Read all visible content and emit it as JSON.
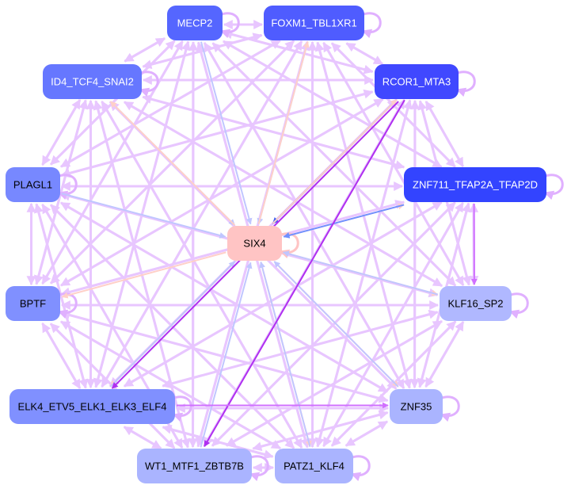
{
  "graph": {
    "nodes": [
      {
        "id": "MECP2",
        "label": "MECP2",
        "color": "#5566ff",
        "text_color": "#ffffff"
      },
      {
        "id": "FOXM1",
        "label": "FOXM1_TBL1XR1",
        "color": "#4f5cff",
        "text_color": "#ffffff"
      },
      {
        "id": "RCOR1",
        "label": "RCOR1_MTA3",
        "color": "#4048ff",
        "text_color": "#ffffff"
      },
      {
        "id": "ID4",
        "label": "ID4_TCF4_SNAI2",
        "color": "#6677ff",
        "text_color": "#ffffff"
      },
      {
        "id": "PLAGL1",
        "label": "PLAGL1",
        "color": "#7788ff",
        "text_color": "#000000"
      },
      {
        "id": "ZNF711",
        "label": "ZNF711_TFAP2A_TFAP2D",
        "color": "#3344ff",
        "text_color": "#ffffff"
      },
      {
        "id": "SIX4",
        "label": "SIX4",
        "color": "#ffc4c4",
        "text_color": "#000000"
      },
      {
        "id": "BPTF",
        "label": "BPTF",
        "color": "#8090ff",
        "text_color": "#000000"
      },
      {
        "id": "KLF16",
        "label": "KLF16_SP2",
        "color": "#b0b8ff",
        "text_color": "#000000"
      },
      {
        "id": "ELK4",
        "label": "ELK4_ETV5_ELK1_ELK3_ELF4",
        "color": "#8090ff",
        "text_color": "#000000"
      },
      {
        "id": "ZNF35",
        "label": "ZNF35",
        "color": "#aab4ff",
        "text_color": "#000000"
      },
      {
        "id": "WT1",
        "label": "WT1_MTF1_ZBTB7B",
        "color": "#aab4ff",
        "text_color": "#000000"
      },
      {
        "id": "PATZ1",
        "label": "PATZ1_KLF4",
        "color": "#aab4ff",
        "text_color": "#000000"
      }
    ],
    "default_edge_color": "#e8c6ff",
    "highlight_edges": [
      {
        "from": "MECP2",
        "to": "SIX4",
        "color": "#c0c6ff"
      },
      {
        "from": "FOXM1",
        "to": "SIX4",
        "color": "#c0c6ff"
      },
      {
        "from": "SIX4",
        "to": "FOXM1",
        "color": "#ffd0c8"
      },
      {
        "from": "ID4",
        "to": "SIX4",
        "color": "#c0c6ff"
      },
      {
        "from": "SIX4",
        "to": "ID4",
        "color": "#ffd0c8"
      },
      {
        "from": "RCOR1",
        "to": "SIX4",
        "color": "#4060f0"
      },
      {
        "from": "SIX4",
        "to": "RCOR1",
        "color": "#ffd0c8"
      },
      {
        "from": "SIX4",
        "to": "ZNF711",
        "color": "#ffd0c8"
      },
      {
        "from": "ZNF711",
        "to": "SIX4",
        "color": "#7090ff"
      },
      {
        "from": "PLAGL1",
        "to": "SIX4",
        "color": "#c0c6ff"
      },
      {
        "from": "SIX4",
        "to": "BPTF",
        "color": "#ffd0c8"
      },
      {
        "from": "SIX4",
        "to": "KLF16",
        "color": "#ffd0c8"
      },
      {
        "from": "KLF16",
        "to": "SIX4",
        "color": "#c0c6ff"
      },
      {
        "from": "SIX4",
        "to": "ELK4",
        "color": "#ffd0c8"
      },
      {
        "from": "ELK4",
        "to": "SIX4",
        "color": "#c0c6ff"
      },
      {
        "from": "WT1",
        "to": "SIX4",
        "color": "#c0c6ff"
      },
      {
        "from": "SIX4",
        "to": "PATZ1",
        "color": "#ffd0c8"
      },
      {
        "from": "PATZ1",
        "to": "SIX4",
        "color": "#c0c6ff"
      },
      {
        "from": "SIX4",
        "to": "ZNF35",
        "color": "#ffd0c8"
      },
      {
        "from": "ZNF35",
        "to": "SIX4",
        "color": "#c0c6ff"
      },
      {
        "from": "RCOR1",
        "to": "ELK4",
        "color": "#b030f0"
      },
      {
        "from": "RCOR1",
        "to": "WT1",
        "color": "#b030f0"
      },
      {
        "from": "ELK4",
        "to": "ZNF35",
        "color": "#d070ff"
      },
      {
        "from": "ZNF711",
        "to": "KLF16",
        "color": "#d070ff"
      }
    ]
  }
}
